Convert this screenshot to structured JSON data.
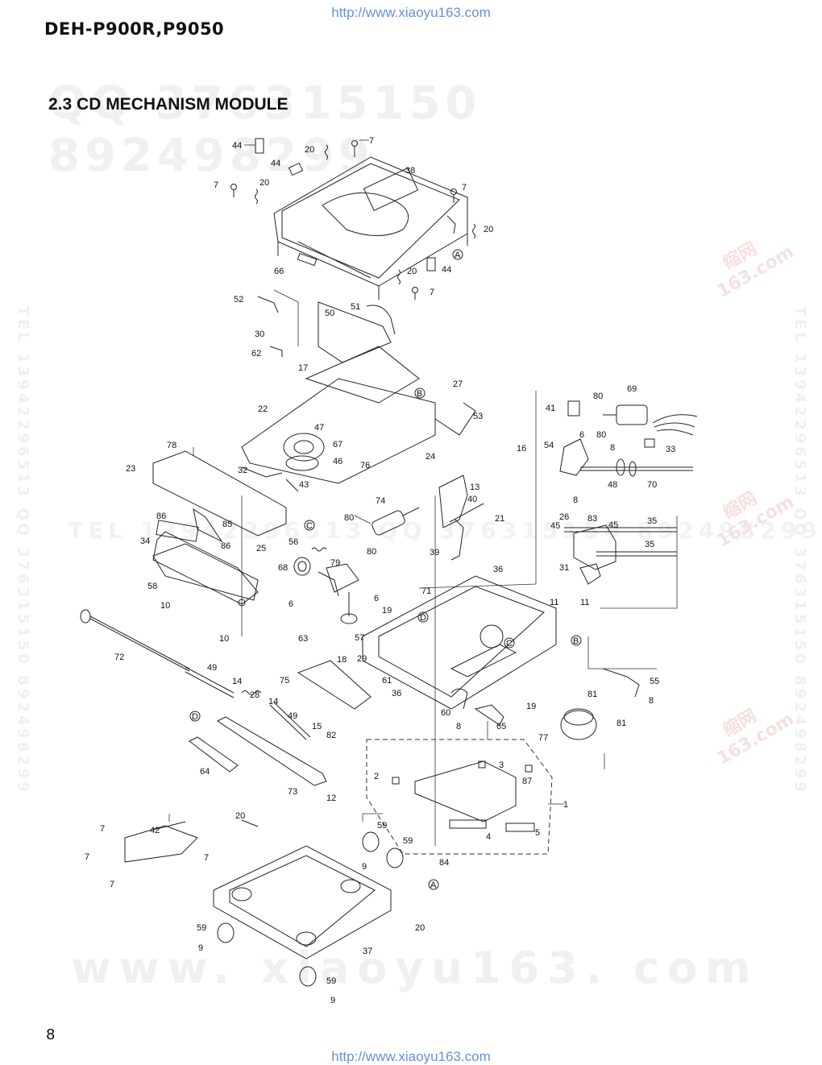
{
  "header": {
    "url": "http://www.xiaoyu163.com",
    "model": "DEH-P900R,P9050"
  },
  "section_title": "2.3 CD MECHANISM MODULE",
  "watermarks": {
    "qq": "QQ 376315150   892498299",
    "tel": "TEL  13942296513   QQ  376315150   892498299",
    "site": "www. xiaoyu163. com",
    "side": "TEL  13942296513   QQ  376315150   892498299",
    "red": [
      "缩网",
      "163.com"
    ]
  },
  "footer": {
    "page_number": "8",
    "url": "http://www.xiaoyu163.com"
  },
  "callouts": {
    "c44a": "44",
    "c7a": "7",
    "c20a": "20",
    "c44b": "44",
    "c38": "38",
    "c20b": "20",
    "c7b": "7",
    "c7c": "7",
    "c20c": "20",
    "cAa": "A",
    "c44c": "44",
    "c66": "66",
    "c20d": "20",
    "c7d": "7",
    "c52": "52",
    "c50": "50",
    "c51": "51",
    "c30": "30",
    "c62": "62",
    "c17": "17",
    "c22": "22",
    "cBa": "B",
    "c27": "27",
    "c47": "47",
    "c67": "67",
    "c46": "46",
    "c53": "53",
    "c16": "16",
    "c24": "24",
    "c76": "76",
    "c78": "78",
    "c23": "23",
    "c32": "32",
    "c43": "43",
    "c41": "41",
    "c80a": "80",
    "c69": "69",
    "c6a": "6",
    "c80b": "80",
    "c33": "33",
    "c54": "54",
    "c8a": "8",
    "c48": "48",
    "c70": "70",
    "c8b": "8",
    "c26": "26",
    "c13": "13",
    "c40": "40",
    "c21": "21",
    "c74": "74",
    "c80c": "80",
    "c80d": "80",
    "c86a": "86",
    "c85": "85",
    "cCa": "C",
    "c34": "34",
    "c86b": "86",
    "c25": "25",
    "c56": "56",
    "c39": "39",
    "c36a": "36",
    "c83": "83",
    "c45a": "45",
    "c45b": "45",
    "c35a": "35",
    "c35b": "35",
    "c68": "68",
    "c79": "79",
    "c58": "58",
    "c71": "71",
    "c31": "31",
    "c6b": "6",
    "c6c": "6",
    "c10a": "10",
    "c11a": "11",
    "c11b": "11",
    "c19a": "19",
    "cDa": "D",
    "c57": "57",
    "c10b": "10",
    "c63": "63",
    "cCb": "C",
    "cBb": "B",
    "c72": "72",
    "c18": "18",
    "c29": "29",
    "c49a": "49",
    "c75": "75",
    "c61": "61",
    "c55": "55",
    "c14a": "14",
    "c28": "28",
    "c14b": "14",
    "c36b": "36",
    "c81a": "81",
    "c8c": "8",
    "c19b": "19",
    "c60": "60",
    "c49b": "49",
    "c8d": "8",
    "c65": "65",
    "cDb": "D",
    "c15": "15",
    "c82": "82",
    "c81b": "81",
    "c77": "77",
    "c3": "3",
    "c2": "2",
    "c87": "87",
    "c64": "64",
    "c73": "73",
    "c12": "12",
    "c1": "1",
    "c20e": "20",
    "c7e": "7",
    "c42": "42",
    "c59a": "59",
    "c4": "4",
    "c5": "5",
    "c7f": "7",
    "c7g": "7",
    "c59b": "59",
    "c9a": "9",
    "c84": "84",
    "c7h": "7",
    "cAb": "A",
    "c20f": "20",
    "c59c": "59",
    "c9b": "9",
    "c37": "37",
    "c59d": "59",
    "c9c": "9"
  }
}
